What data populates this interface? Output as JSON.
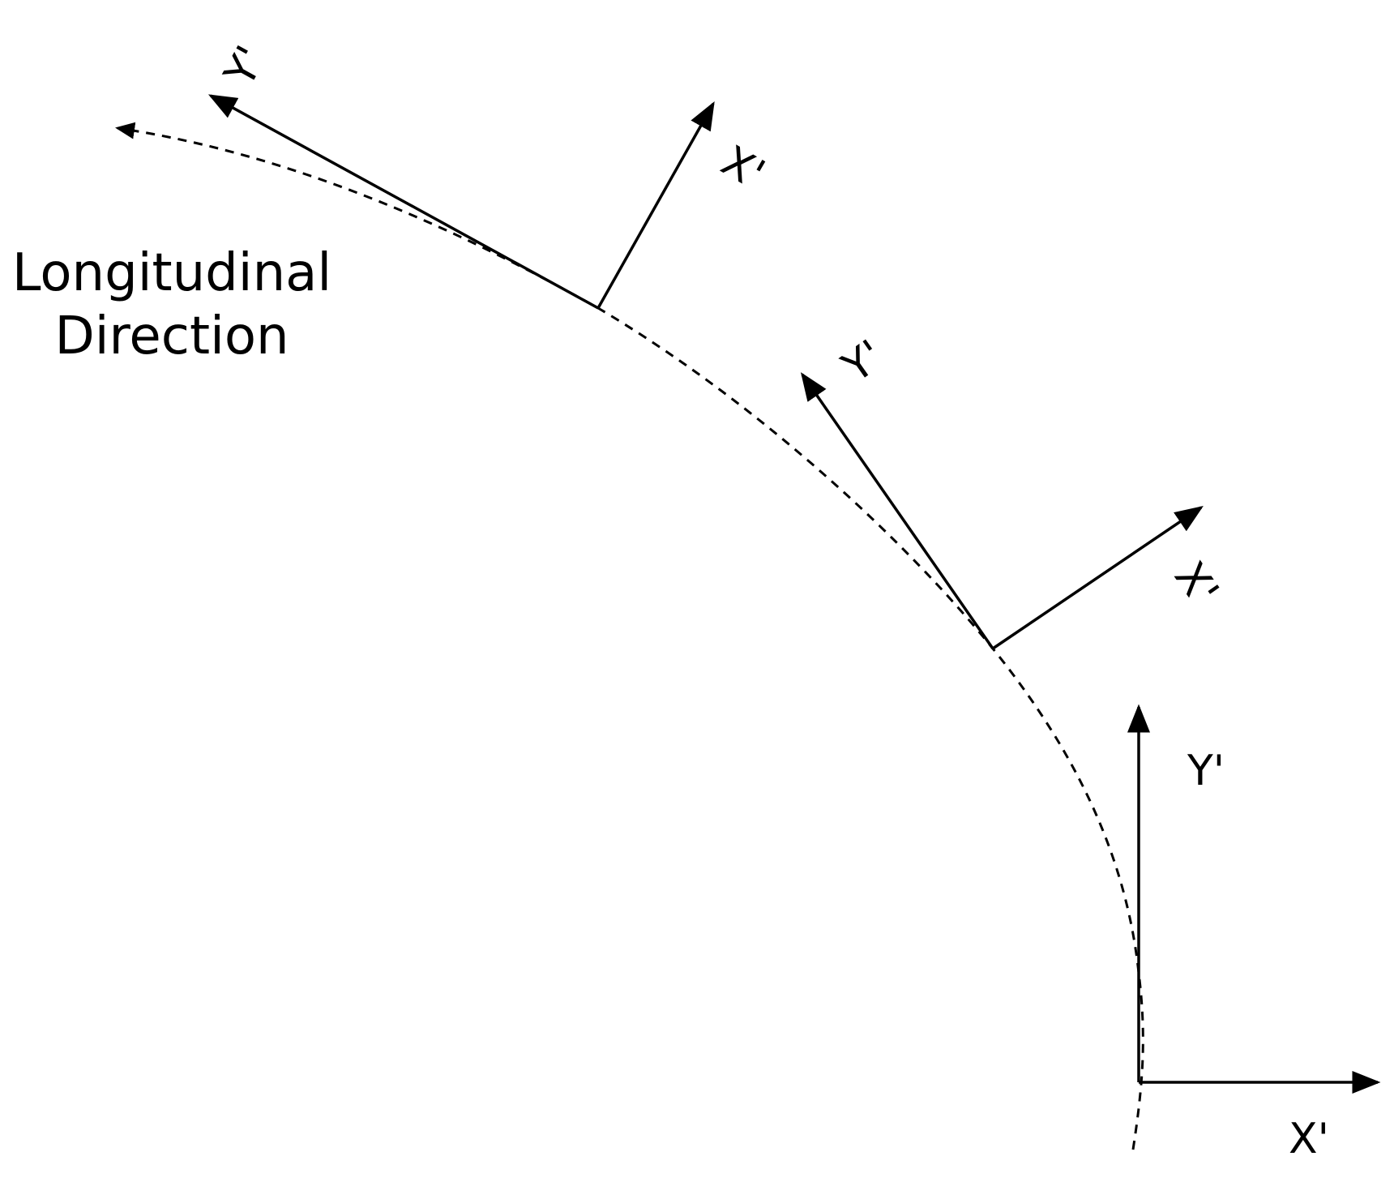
{
  "title": "",
  "longitudinal_label": {
    "line1": "Longitudinal",
    "line2": "Direction"
  },
  "frames": [
    {
      "id": "top",
      "x_label": "X'",
      "y_label": "Y'"
    },
    {
      "id": "middle",
      "x_label": "X'",
      "y_label": "Y'"
    },
    {
      "id": "bottom",
      "x_label": "X'",
      "y_label": "Y'"
    }
  ],
  "colors": {
    "line": "#000000",
    "background": "#ffffff"
  }
}
